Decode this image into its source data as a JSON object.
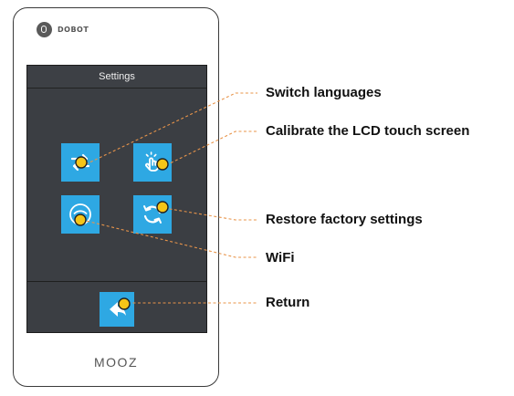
{
  "device": {
    "logo_text": "DOBOT",
    "brand": "MOOZ",
    "screen_title": "Settings"
  },
  "icons": {
    "switch_languages": "switch-arrows-icon",
    "calibrate_touch": "tap-hand-icon",
    "wifi": "wifi-icon",
    "restore_factory": "restore-arrows-icon",
    "return": "back-arrow-icon"
  },
  "callouts": {
    "switch_languages": "Switch languages",
    "calibrate_touch": "Calibrate the LCD touch screen",
    "restore_factory": "Restore factory settings",
    "wifi": "WiFi",
    "return": "Return"
  },
  "colors": {
    "tile": "#2ea8e3",
    "marker": "#f5c518",
    "leader": "#e8944a",
    "screen": "#3b3e43"
  }
}
